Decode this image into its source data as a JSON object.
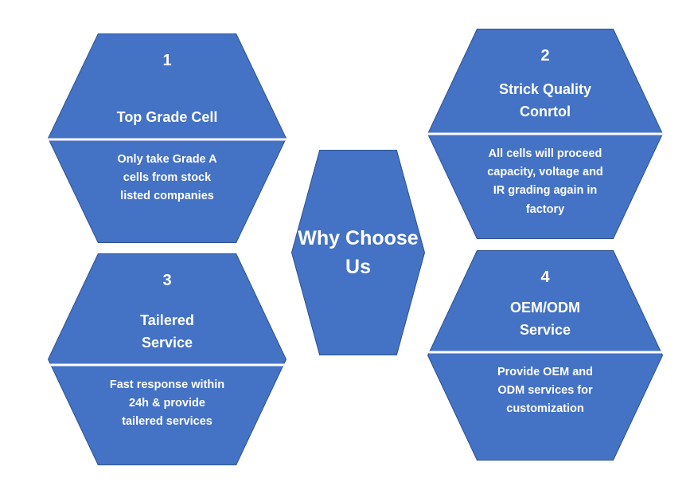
{
  "colors": {
    "hex-fill": "#4472C4",
    "hex-border": "#2F528F",
    "divider": "#FFFFFF",
    "text": "#FFFFFF",
    "background": "#FFFFFF"
  },
  "center": {
    "label": "Why Choose\nUs"
  },
  "items": [
    {
      "number": "1",
      "title": "Top Grade Cell",
      "body": "Only take Grade A\ncells from stock\nlisted companies"
    },
    {
      "number": "2",
      "title": "Strick Quality\nConrtol",
      "body": "All cells will proceed\ncapacity, voltage and\nIR grading again in\nfactory"
    },
    {
      "number": "3",
      "title": "Tailered\nService",
      "body": "Fast response within\n24h & provide\ntailered services"
    },
    {
      "number": "4",
      "title": "OEM/ODM\nService",
      "body": "Provide OEM and\nODM services for\ncustomization"
    }
  ]
}
